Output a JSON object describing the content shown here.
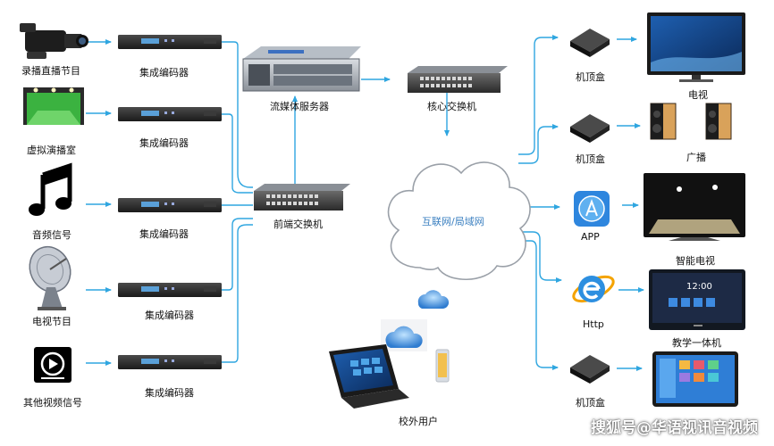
{
  "sources": [
    {
      "label": "录播直播节目",
      "icon": "video-camera-icon"
    },
    {
      "label": "虚拟演播室",
      "icon": "virtual-studio-icon"
    },
    {
      "label": "音频信号",
      "icon": "music-note-icon"
    },
    {
      "label": "电视节目",
      "icon": "satellite-dish-icon"
    },
    {
      "label": "其他视频信号",
      "icon": "video-play-icon"
    }
  ],
  "encoders": [
    "集成编码器",
    "集成编码器",
    "集成编码器",
    "集成编码器",
    "集成编码器"
  ],
  "front_switch": "前端交换机",
  "streaming_server": "流媒体服务器",
  "core_switch": "核心交换机",
  "network": "互联网/局域网",
  "campus_user": "校外用户",
  "outputs": [
    {
      "label": "机顶盒",
      "device": "电视"
    },
    {
      "label": "机顶盒",
      "device": "广播"
    },
    {
      "label": "APP",
      "device": "智能电视"
    },
    {
      "label": "Http",
      "device": "教学一体机"
    },
    {
      "label": "机顶盒",
      "device": ""
    }
  ],
  "screen_time": "12:00",
  "watermark": "搜狐号@华语视讯音视频",
  "colors": {
    "line": "#2fa6e0",
    "device": "#222222"
  }
}
